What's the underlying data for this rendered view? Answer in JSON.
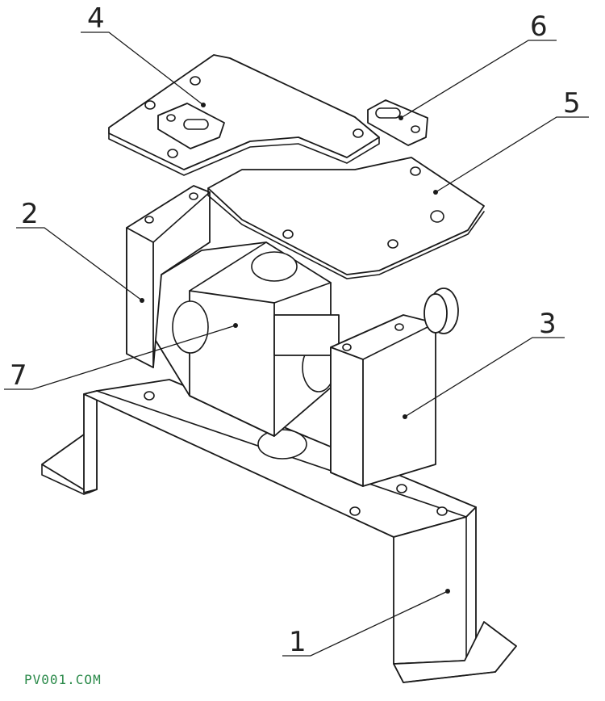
{
  "callouts": [
    {
      "number": "1"
    },
    {
      "number": "2"
    },
    {
      "number": "3"
    },
    {
      "number": "4"
    },
    {
      "number": "5"
    },
    {
      "number": "6"
    },
    {
      "number": "7"
    }
  ],
  "watermark": "PV001.COM",
  "colors": {
    "line": "#1a1a1a",
    "watermark": "#2b8a4a"
  }
}
